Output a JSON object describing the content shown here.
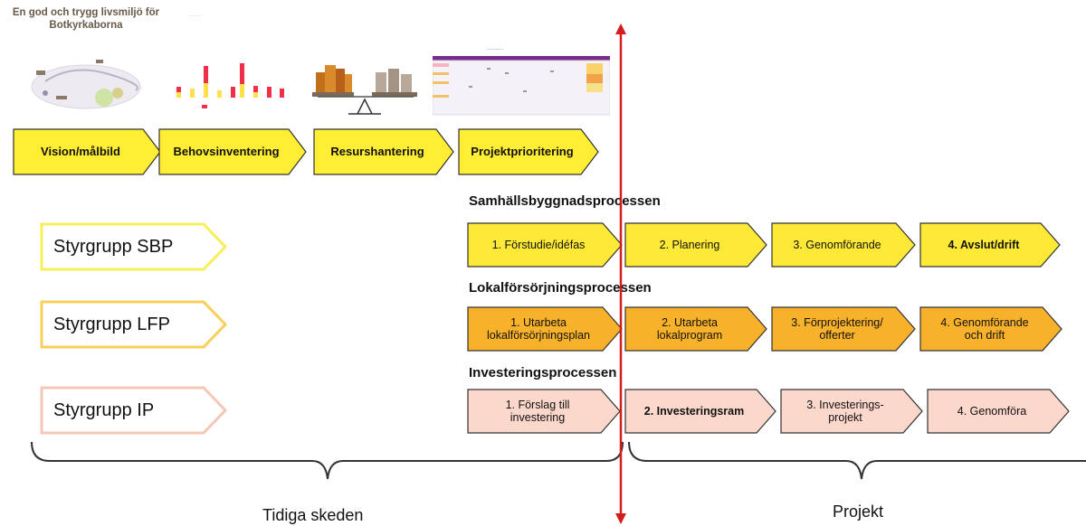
{
  "vision_caption": "En god och trygg livsmiljö för Botkyrkaborna",
  "top_steps": [
    "Vision/målbild",
    "Behovsinventering",
    "Resurshantering",
    "Projektprioritering"
  ],
  "steering_groups": [
    "Styrgrupp SBP",
    "Styrgrupp LFP",
    "Styrgrupp IP"
  ],
  "processes": [
    {
      "title": "Samhällsbyggnadsprocessen",
      "steps": [
        "1. Förstudie/idéfas",
        "2. Planering",
        "3. Genomförande",
        "4. Avslut/drift"
      ],
      "fill": "#fde936",
      "stroke": "#e0c800"
    },
    {
      "title": "Lokalförsörjningsprocessen",
      "steps": [
        "1. Utarbeta lokalförsörjningsplan",
        "2. Utarbeta lokalprogram",
        "3. Förprojektering/ offerter",
        "4. Genomförande och drift"
      ],
      "fill": "#f8b12a",
      "stroke": "#d48a00"
    },
    {
      "title": "Investeringsprocessen",
      "steps": [
        "1. Förslag till investering",
        "2. Investeringsram",
        "3. Investerings-projekt",
        "4. Genomföra"
      ],
      "fill": "#fbd7cc",
      "stroke": "#d2552c"
    }
  ],
  "phases": [
    "Tidiga skeden",
    "Projekt"
  ],
  "colors": {
    "top_fill": "#ffee33",
    "divider": "#d41c1c",
    "sbp_outline": "#f7ef5a",
    "lfp_outline": "#f9cf59",
    "ip_outline": "#f6c7b6"
  }
}
